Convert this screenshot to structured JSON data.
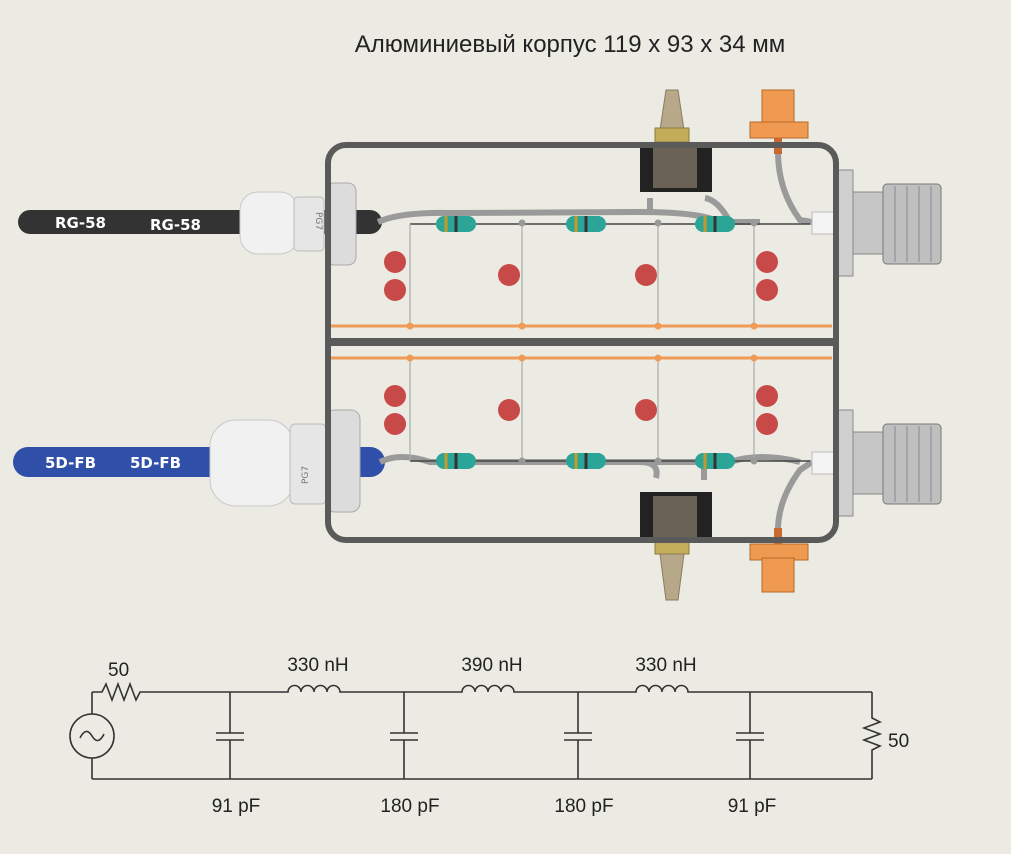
{
  "title": "Алюминиевый корпус 119 x 93 x 34 мм",
  "cables": [
    {
      "label_a": "RG-58",
      "label_b": "RG-58",
      "color": "#333333"
    },
    {
      "label_a": "5D-FB",
      "label_b": "5D-FB",
      "color": "#2f4fa8"
    }
  ],
  "gland_text": "PG7",
  "colors": {
    "enclosure": "#5a5a5a",
    "wire": "#9a9a9a",
    "copper_strip": "#ef9a55",
    "capacitor": "#c84a48",
    "inductor": "#2aa598",
    "brass_connector": "#ef9a50"
  },
  "schematic": {
    "source_resistor": "50",
    "load_resistor": "50",
    "inductors": [
      "330 nH",
      "390 nH",
      "330 nH"
    ],
    "capacitors": [
      "91 pF",
      "180 pF",
      "180 pF",
      "91 pF"
    ]
  }
}
